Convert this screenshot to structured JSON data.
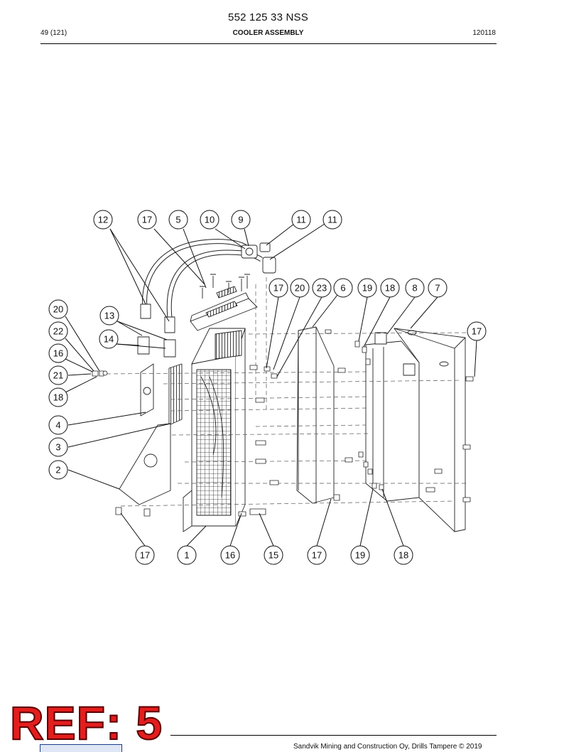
{
  "header": {
    "doc_number": "552 125 33 NSS",
    "page": "49 (121)",
    "title": "COOLER ASSEMBLY",
    "date_code": "120118"
  },
  "callouts": [
    "12",
    "17",
    "5",
    "10",
    "9",
    "11",
    "11",
    "17",
    "20",
    "23",
    "6",
    "19",
    "18",
    "8",
    "7",
    "20",
    "22",
    "16",
    "21",
    "18",
    "13",
    "14",
    "17",
    "4",
    "3",
    "2",
    "17",
    "1",
    "16",
    "15",
    "17",
    "19",
    "18"
  ],
  "stamp": "REF: 5",
  "footer": {
    "copyright": "Sandvik Mining and Construction Oy, Drills Tampere © 2019"
  }
}
